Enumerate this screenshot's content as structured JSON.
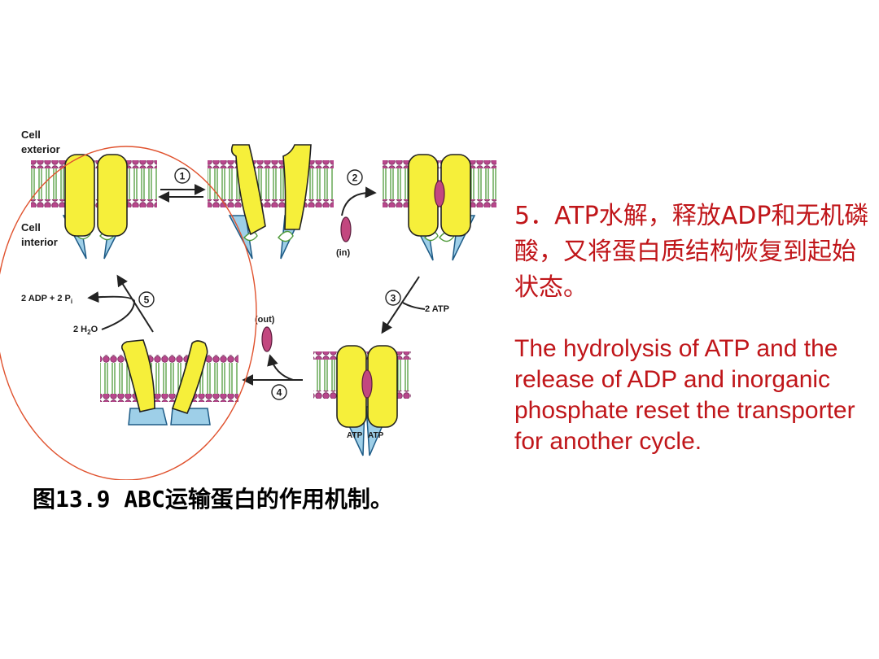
{
  "diagram": {
    "labels": {
      "cell_exterior_1": "Cell",
      "cell_exterior_2": "exterior",
      "cell_interior_1": "Cell",
      "cell_interior_2": "interior",
      "in": "(in)",
      "out": "(out)",
      "products": "2 ADP + 2 P",
      "products_sub": "i",
      "water": "2 H",
      "water_sub": "2",
      "water_tail": "O",
      "atp_in": "2 ATP",
      "atp_bound_1": "ATP",
      "atp_bound_2": "ATP"
    },
    "steps": [
      "1",
      "2",
      "3",
      "4",
      "5"
    ],
    "colors": {
      "protein": "#f6ef3a",
      "nbd": "#9ecfe8",
      "lipid_head": "#b8478c",
      "lipid_tail": "#4f9a3a",
      "substrate": "#c2477f",
      "highlight_circle": "#e0522e"
    }
  },
  "caption": "图13.9 ABC运输蛋白的作用机制。",
  "text_zh": "5．ATP水解，释放ADP和无机磷酸，又将蛋白质结构恢复到起始状态。",
  "text_en": "The hydrolysis of ATP and the release of ADP and inorganic phosphate reset the transporter for another cycle."
}
